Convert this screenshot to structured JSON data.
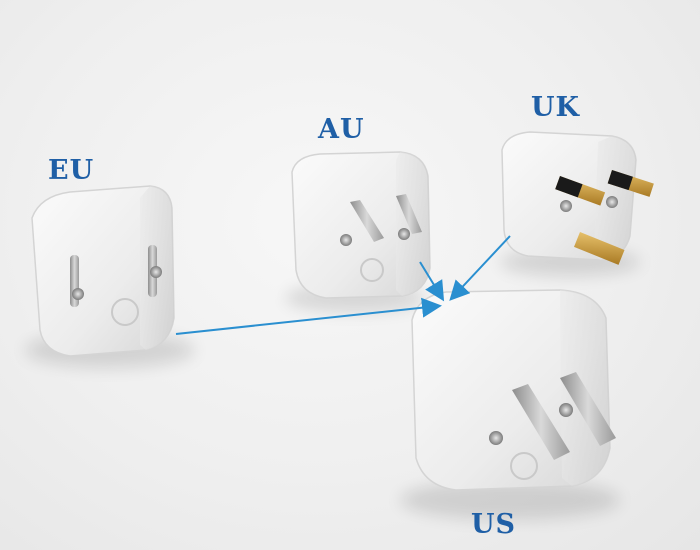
{
  "colors": {
    "label": "#1f5fa6",
    "arrow": "#2a8fd0",
    "plastic": "#f4f4f4",
    "plastic_shadow": "#cfcfcf",
    "metal": "#b9b9b9",
    "brass": "#c99a3a",
    "pin_insulation": "#1a1a1a"
  },
  "labels": {
    "eu": "EU",
    "au": "AU",
    "uk": "UK",
    "us": "US"
  }
}
